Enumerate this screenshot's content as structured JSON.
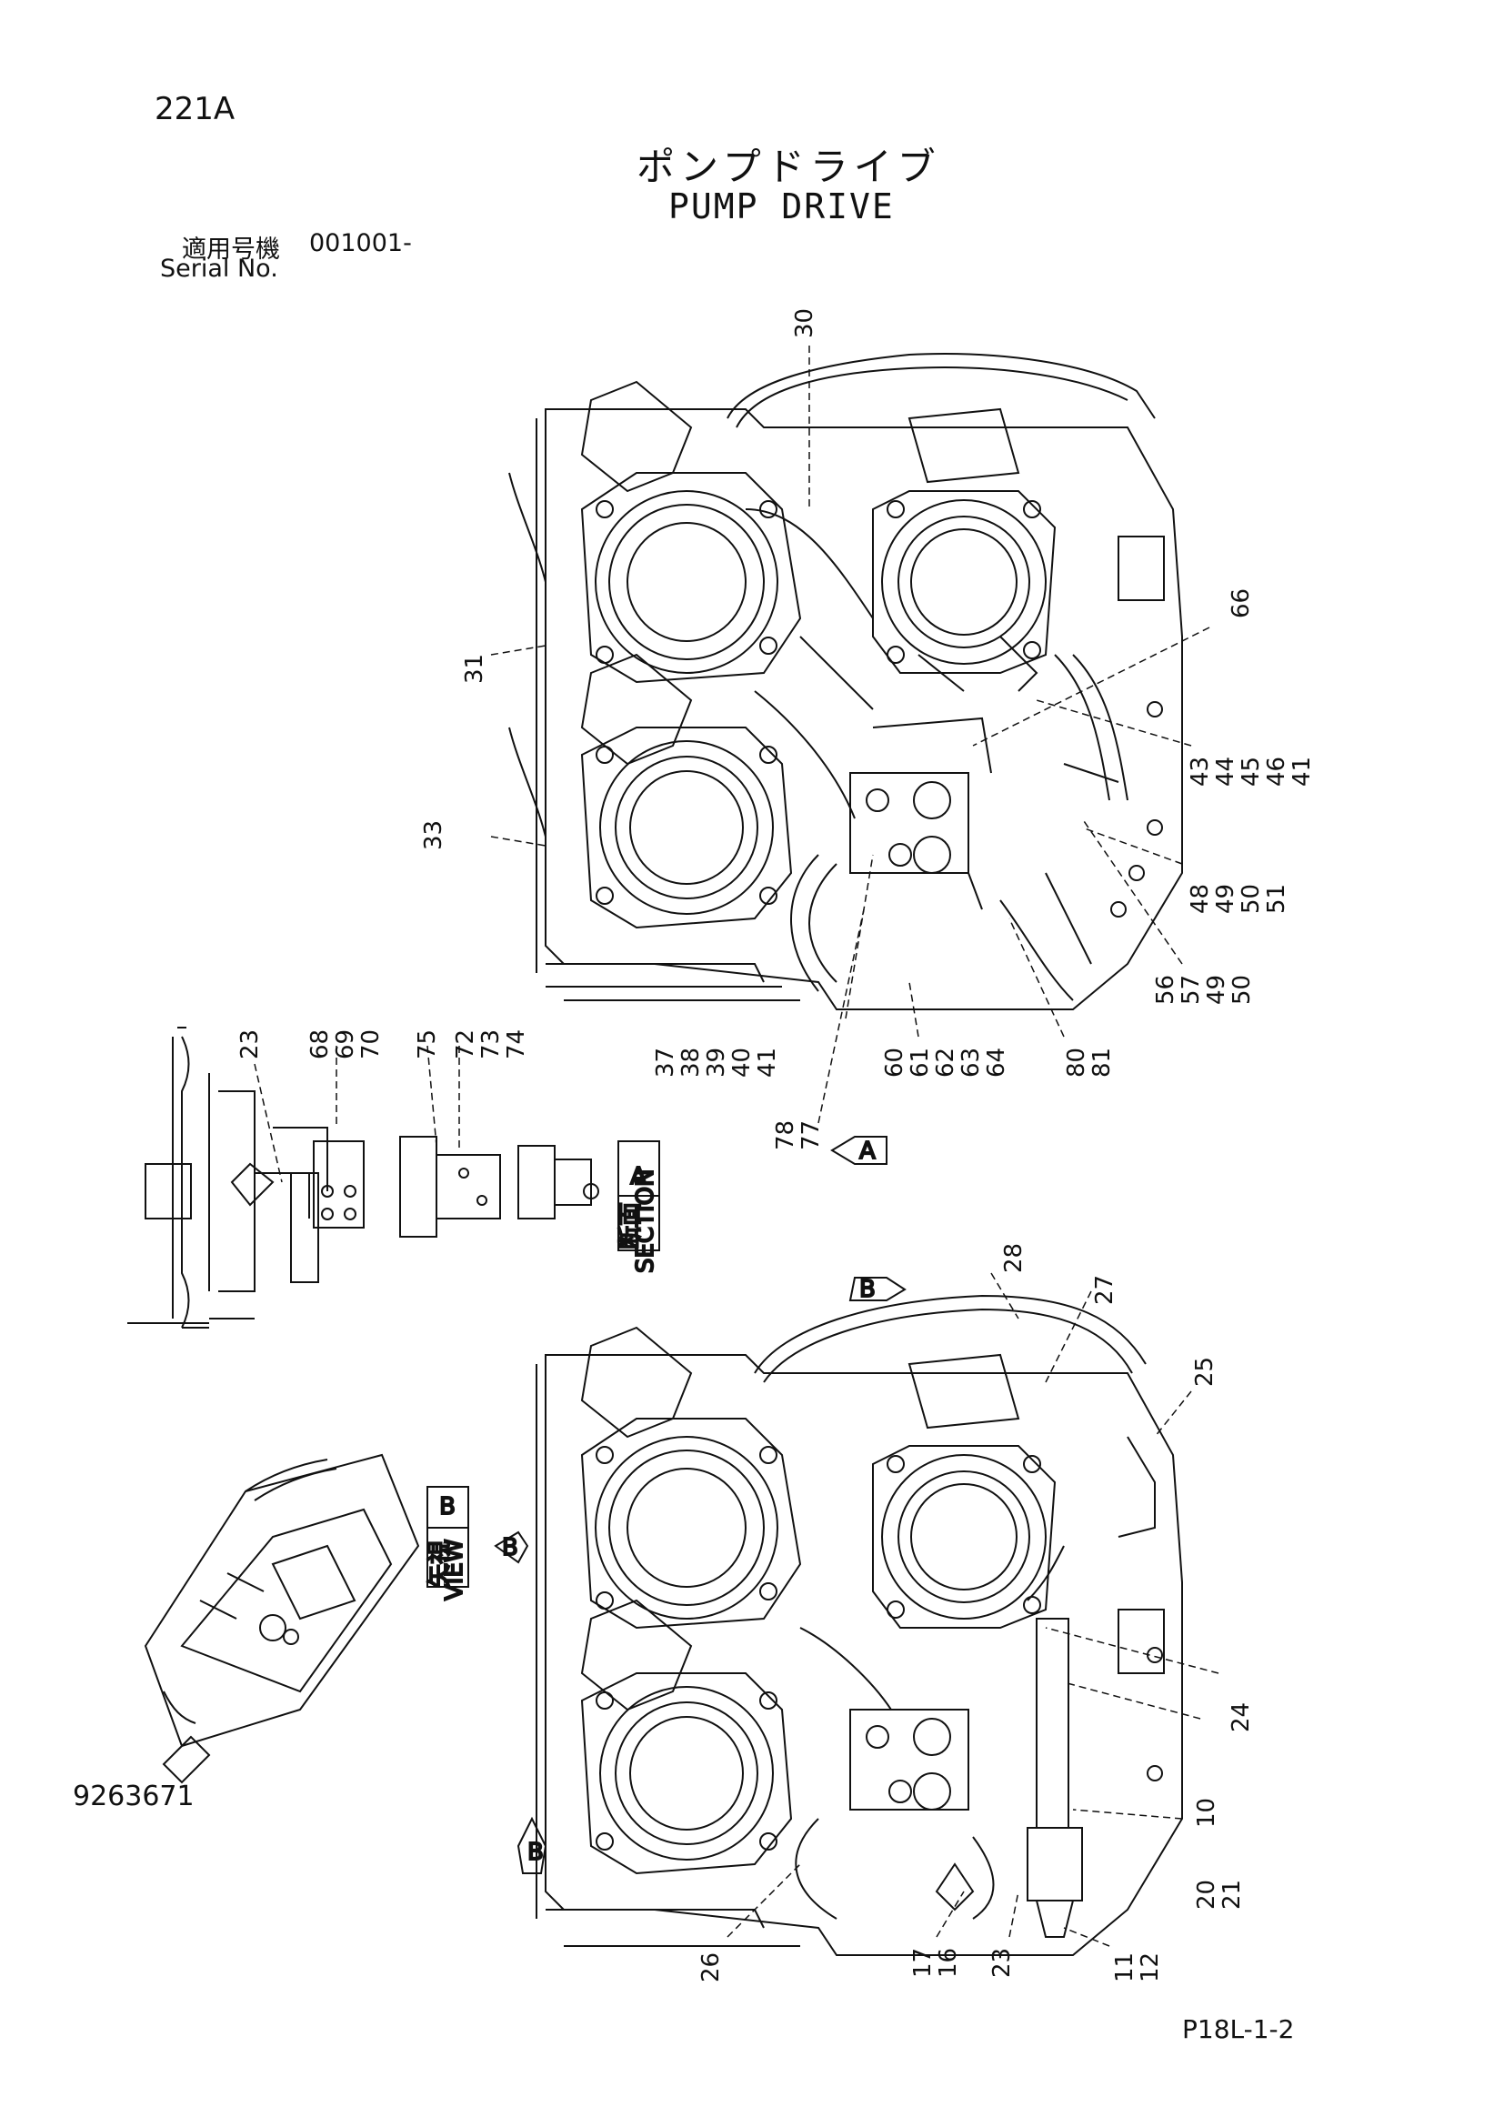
{
  "header": {
    "page_code": "221A",
    "title_jp": "ポンプドライブ",
    "title_en": "PUMP DRIVE",
    "serial_label_jp": "適用号機",
    "serial_value": "001001-",
    "serial_label_en": "Serial No."
  },
  "footer": {
    "document_number": "9263671",
    "page_number": "P18L-1-2"
  },
  "view_labels": {
    "section_letter": "A",
    "section_jp": "断面",
    "section_en": "SECTION",
    "view_letter": "B",
    "view_jp": "矢視",
    "view_en": "VIEW",
    "arrow_a": "A",
    "arrow_b": "B"
  },
  "callouts": {
    "c30": "30",
    "c66": "66",
    "c31": "31",
    "c33": "33",
    "c43_41": [
      "43",
      "44",
      "45",
      "46",
      "41"
    ],
    "c48_51": [
      "48",
      "49",
      "50",
      "51"
    ],
    "c56_50": [
      "56",
      "57",
      "49",
      "50"
    ],
    "c37_41": [
      "37",
      "38",
      "39",
      "40",
      "41"
    ],
    "c60_64": [
      "60",
      "61",
      "62",
      "63",
      "64"
    ],
    "c80_81": [
      "80",
      "81"
    ],
    "c78_77": [
      "78",
      "77"
    ],
    "c23_top": "23",
    "c68_70": [
      "68",
      "69",
      "70"
    ],
    "c75": "75",
    "c72_74": [
      "72",
      "73",
      "74"
    ],
    "c28": "28",
    "c27": "27",
    "c25": "25",
    "c24": "24",
    "c10": "10",
    "c20_21": [
      "20",
      "21"
    ],
    "c26": "26",
    "c17_16": [
      "17",
      "16"
    ],
    "c23_bottom": "23",
    "c11_12": [
      "11",
      "12"
    ]
  }
}
